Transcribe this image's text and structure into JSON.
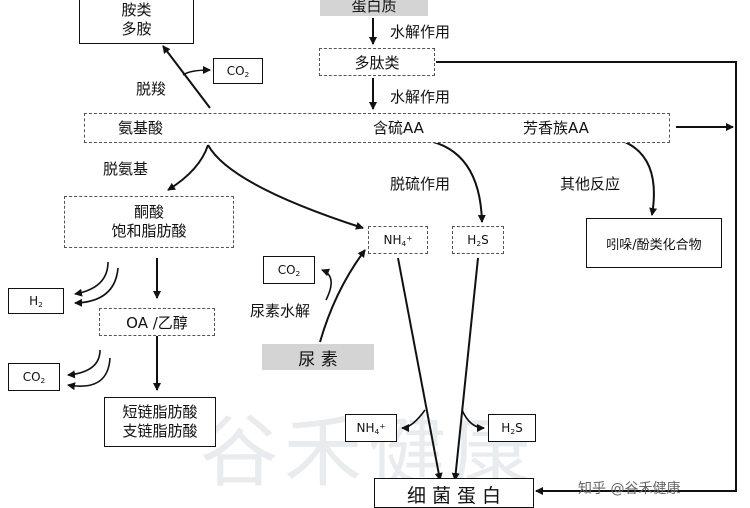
{
  "nodes": {
    "amines": [
      "胺类",
      "多胺"
    ],
    "protein": "蛋白质",
    "polypeptide": "多肽类",
    "amino_acids": "氨基酸",
    "sulfur_aa": "含硫AA",
    "aromatic_aa": "芳香族AA",
    "keto_acids": [
      "酮酸",
      "饱和脂肪酸"
    ],
    "nh4": "NH",
    "h2s": "H",
    "indole": "吲哚/酚类化合物",
    "oa_ethanol": "OA /乙醇",
    "h2": "H",
    "co2": "CO",
    "scfa": [
      "短链脂肪酸",
      "支链脂肪酸"
    ],
    "urea": "尿 素",
    "bacterial_protein": "细 菌 蛋 白"
  },
  "labels": {
    "hydrolysis_1": "水解作用",
    "hydrolysis_2": "水解作用",
    "decarboxylation": "脱羧",
    "deamination": "脱氨基",
    "desulfurization": "脱硫作用",
    "other_reactions": "其他反应",
    "urea_hydrolysis": "尿素水解"
  },
  "chem": {
    "sub2": "2",
    "sup_plus": "+",
    "sub4": "4",
    "h": "H",
    "s": "S"
  },
  "watermark": "谷禾健康",
  "credit": "知乎 @谷禾健康"
}
